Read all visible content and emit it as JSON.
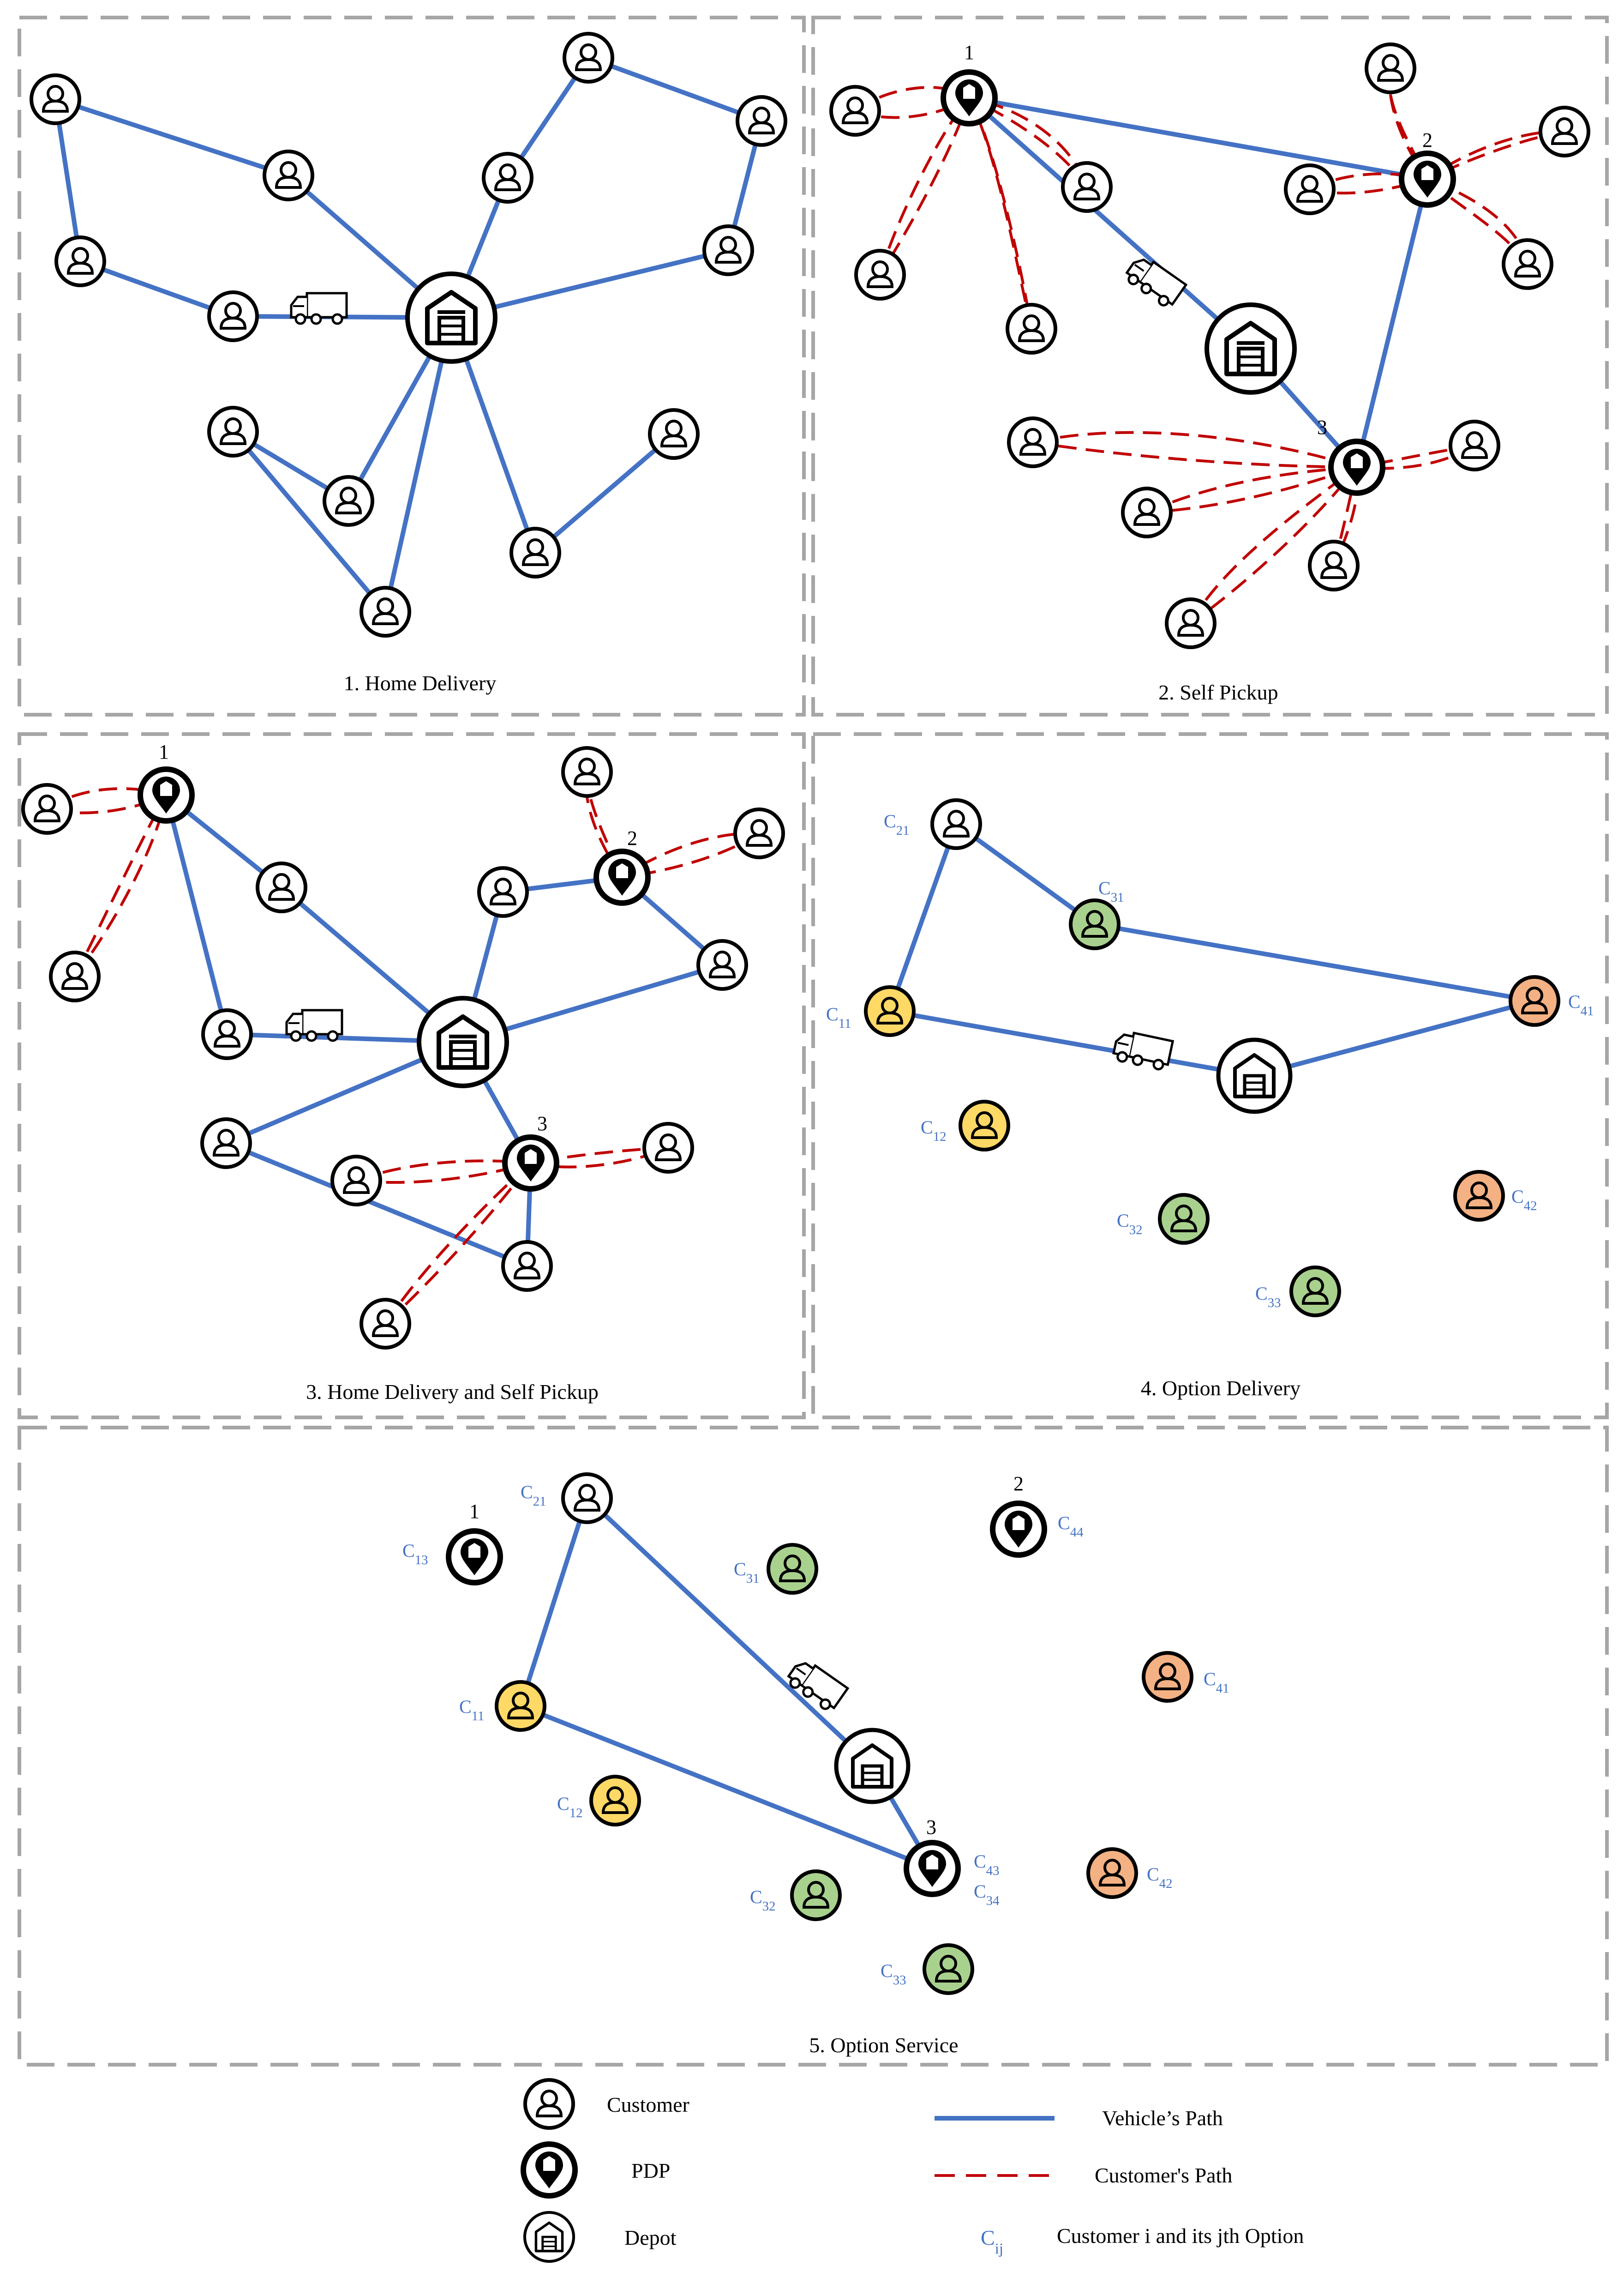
{
  "panels": {
    "p1": {
      "caption": "1. Home Delivery"
    },
    "p2": {
      "caption": "2. Self Pickup"
    },
    "p3": {
      "caption": "3. Home Delivery and Self Pickup"
    },
    "p4": {
      "caption": "4. Option Delivery"
    },
    "p5": {
      "caption": "5. Option Service"
    }
  },
  "pdp_numbers": {
    "one": "1",
    "two": "2",
    "three": "3"
  },
  "option_labels": {
    "c11": "C11",
    "c12": "C12",
    "c13": "C13",
    "c21": "C21",
    "c31": "C31",
    "c32": "C32",
    "c33": "C33",
    "c34": "C34",
    "c41": "C41",
    "c42": "C42",
    "c43": "C43",
    "c44": "C44"
  },
  "legend": {
    "customer": "Customer",
    "pdp": "PDP",
    "depot": "Depot",
    "vehicle_path": "Vehicle’s Path",
    "customer_path": "Customer's Path",
    "cij_symbol": "Cij",
    "cij_desc": "Customer i and its jth Option"
  },
  "colors": {
    "vehicle_path": "#4472c4",
    "customer_path": "#c00000",
    "option_label": "#4472c4",
    "option_1": "#ffd966",
    "option_3": "#a9d18e",
    "option_4": "#f4b183",
    "border": "#a6a6a6"
  },
  "icons": [
    "customer-icon",
    "pdp-icon",
    "depot-icon",
    "truck-icon"
  ]
}
